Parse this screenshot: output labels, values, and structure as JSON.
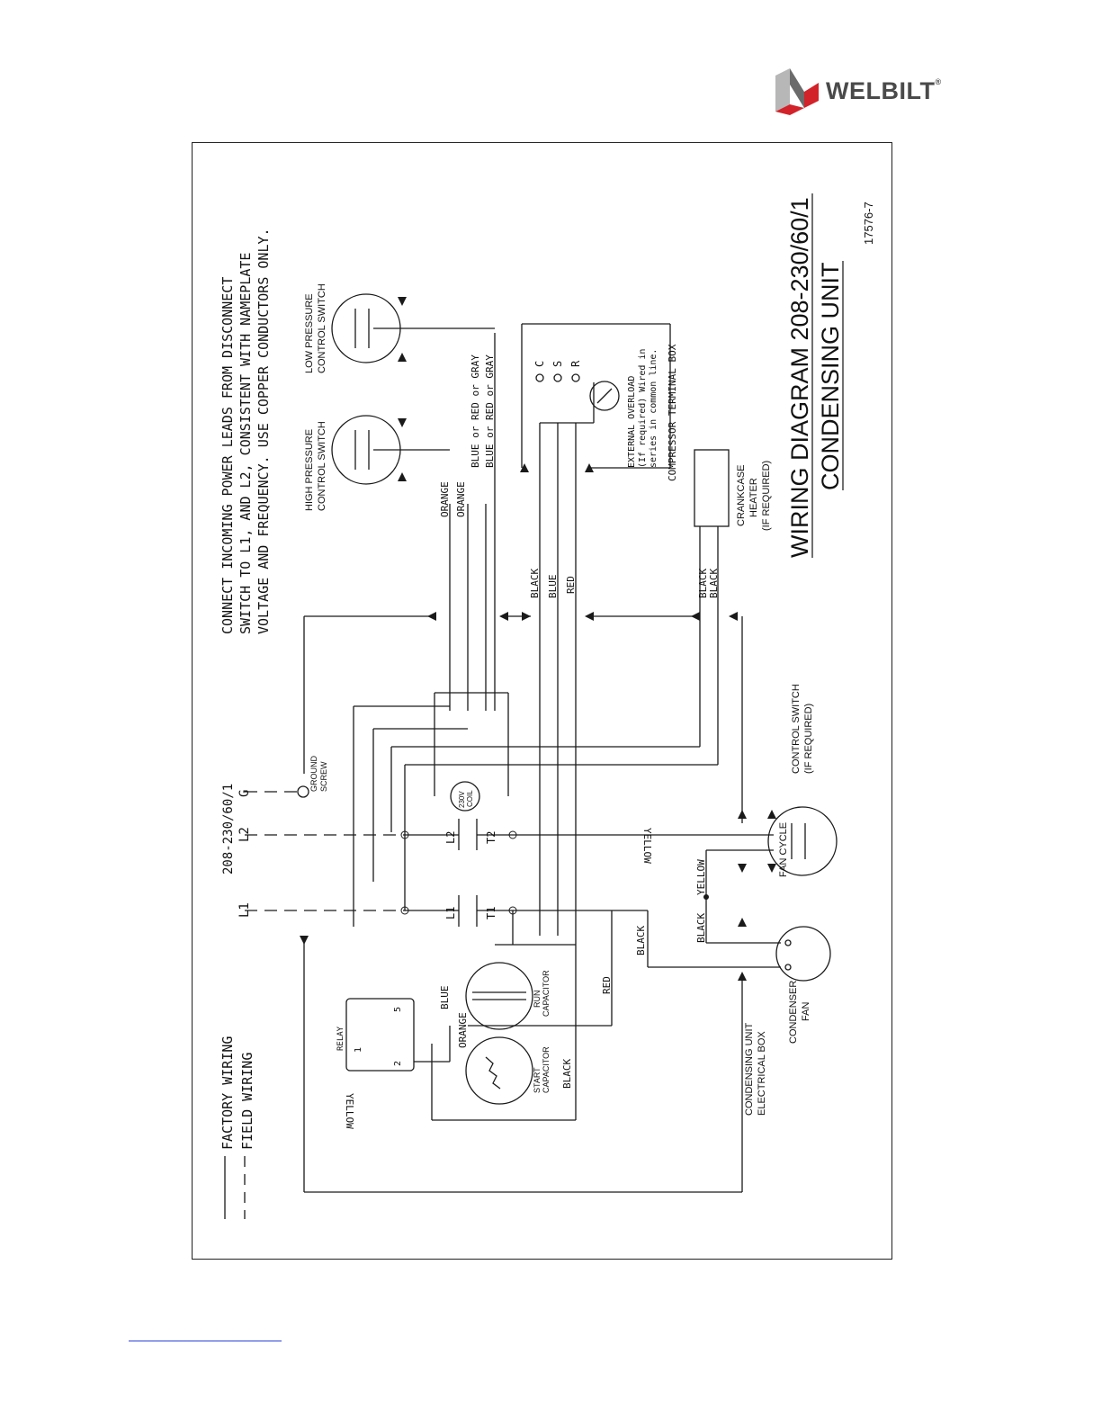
{
  "brand": {
    "name": "WELBILT",
    "reg": "®"
  },
  "title": {
    "line1": "WIRING DIAGRAM 208-230/60/1",
    "line2": "CONDENSING UNIT"
  },
  "drawing_number": "17576-7",
  "notes": {
    "line1": "CONNECT INCOMING POWER LEADS FROM DISCONNECT",
    "line2": "SWITCH TO L1, AND L2, CONSISTENT WITH NAMEPLATE",
    "line3": "VOLTAGE AND FREQUENCY. USE COPPER CONDUCTORS ONLY."
  },
  "legend": {
    "factory": "FACTORY WIRING",
    "field": "FIELD WIRING"
  },
  "supply": {
    "voltage": "208-230/60/1",
    "l1": "L1",
    "l2": "L2",
    "g": "G"
  },
  "components": {
    "high_pressure": [
      "HIGH PRESSURE",
      "CONTROL SWITCH"
    ],
    "low_pressure": [
      "LOW PRESSURE",
      "CONTROL SWITCH"
    ],
    "crankcase": [
      "CRANKCASE",
      "HEATER",
      "(IF REQUIRED)"
    ],
    "overload": [
      "EXTERNAL OVERLOAD",
      "(If required) Wired in",
      "series in common line."
    ],
    "terminal_box": "COMPRESSOR TERMINAL BOX",
    "ground": [
      "GROUND",
      "SCREW"
    ],
    "coil": [
      "230V",
      "COIL"
    ],
    "fan_switch": [
      "FAN CYCLE",
      "CONTROL SWITCH",
      "(IF REQUIRED)"
    ],
    "condenser_fan": [
      "CONDENSER",
      "FAN"
    ],
    "electrical_box": [
      "CONDENSING UNIT",
      "ELECTRICAL BOX"
    ],
    "run_cap": [
      "RUN",
      "CAPACITOR"
    ],
    "start_cap": [
      "START",
      "CAPACITOR"
    ],
    "relay": "RELAY",
    "relay_pins": {
      "p1": "1",
      "p2": "2",
      "p5": "5"
    },
    "terminals": {
      "c": "C",
      "s": "S",
      "r": "R"
    },
    "contactor": {
      "l1": "L1",
      "l2": "L2",
      "t1": "T1",
      "t2": "T2"
    }
  },
  "wires": {
    "orange": "ORANGE",
    "blue_red_gray": "BLUE or RED or GRAY",
    "black": "BLACK",
    "blue": "BLUE",
    "red": "RED",
    "yellow": "YELLOW"
  }
}
